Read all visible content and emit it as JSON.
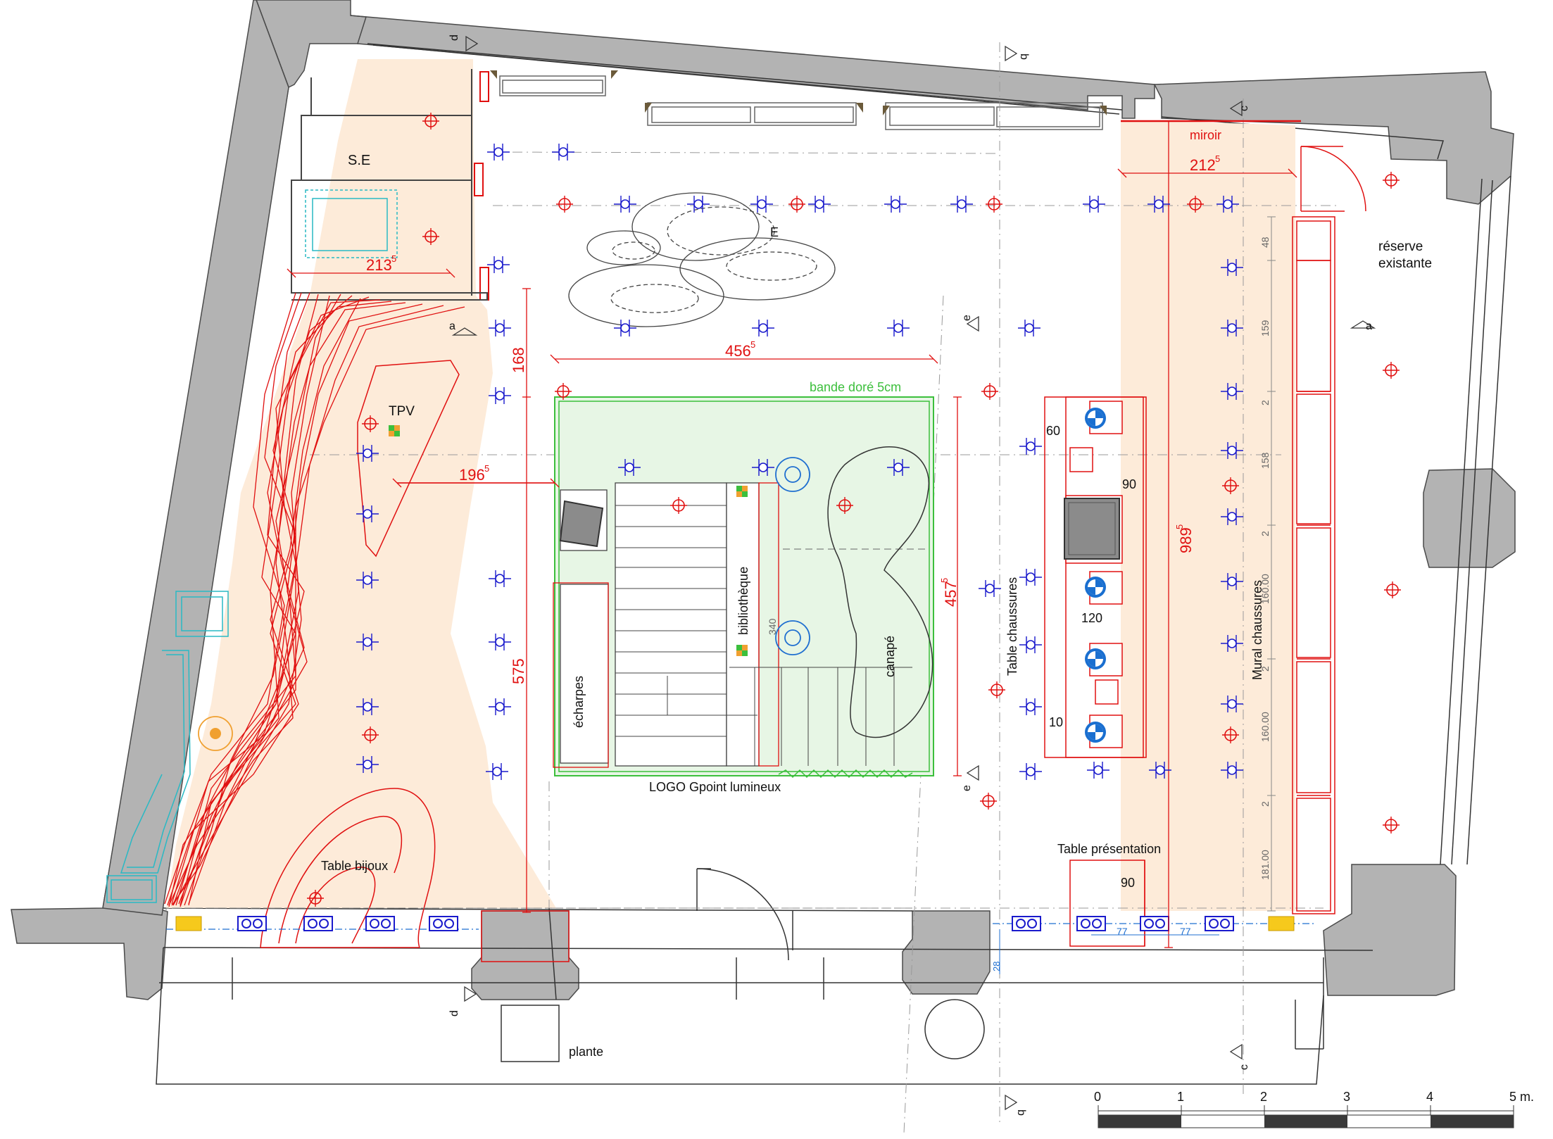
{
  "plan": {
    "rooms": {
      "se": "S.E",
      "reserve": "réserve\nexistante",
      "reserve_l1": "réserve",
      "reserve_l2": "existante"
    },
    "labels": {
      "tpv": "TPV",
      "e_marker": "E",
      "bande": "bande doré 5cm",
      "echarpes": "écharpes",
      "bibliotheque": "bibliothèque",
      "canape": "canapé",
      "logo": "LOGO Gpoint lumineux",
      "table_chaussures": "Table chaussures",
      "mural_chaussures": "Mural chaussures",
      "table_presentation": "Table présentation",
      "table_bijoux": "Table bijoux",
      "plante": "plante",
      "miroir": "miroir"
    },
    "dimensions": {
      "d2135": "213",
      "d2125": "212",
      "d4565": "456",
      "d1965": "196",
      "d4575": "457",
      "d9895": "989",
      "sup5": "5",
      "d168": "168",
      "d575": "575",
      "d60": "60",
      "d90a": "90",
      "d120": "120",
      "d10": "10",
      "d90b": "90",
      "d48": "48",
      "d159": "159",
      "d158": "158",
      "d16000a": "160.00",
      "d16000b": "160.00",
      "d18100": "181.00",
      "d2": "2",
      "d340": "340",
      "d77a": "77",
      "d77b": "77",
      "d28": "28"
    },
    "sections": {
      "a": "a",
      "b": "b",
      "c": "c",
      "d": "d",
      "e": "e"
    },
    "scale": {
      "ticks": [
        "0",
        "1",
        "2",
        "3",
        "4",
        "5 m."
      ]
    },
    "colors": {
      "wall": "#b3b3b3",
      "zone": "#fdebd9",
      "accent_red": "#e01010",
      "green": "#3cbf3c",
      "fixture_blue": "#1a1acc",
      "cyan": "#29b9c4"
    }
  }
}
